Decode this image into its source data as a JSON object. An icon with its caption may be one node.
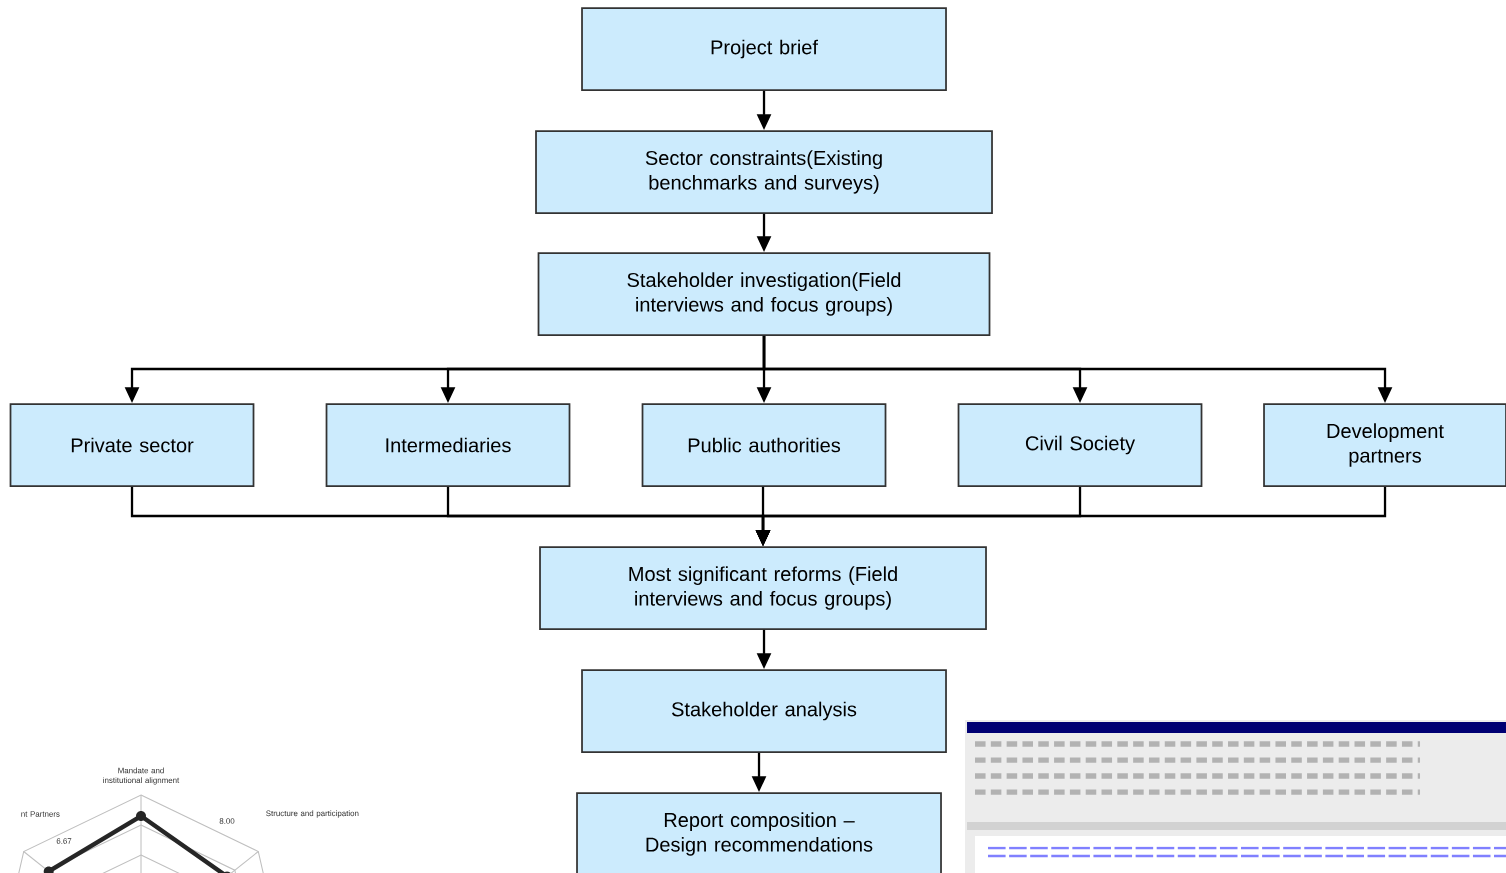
{
  "diagram": {
    "nodes": [
      {
        "text": [
          "Project brief"
        ]
      },
      {
        "text": [
          "Sector constraints(Existing benchmarks and surveys)"
        ]
      },
      {
        "text": [
          "Stakeholder investigation(Field interviews and focus groups)"
        ]
      },
      {
        "text": [
          "Private sector"
        ]
      },
      {
        "text": [
          "Intermediaries"
        ]
      },
      {
        "text": [
          "Public authorities"
        ]
      },
      {
        "text": [
          "Civil Society"
        ]
      },
      {
        "text": [
          "Development partners"
        ]
      },
      {
        "text": [
          "Most significant reforms (Field interviews and focus groups)"
        ]
      },
      {
        "text": [
          "Stakeholder analysis"
        ]
      },
      {
        "text": [
          "Report composition –Design recommendations"
        ]
      }
    ],
    "edges": [
      {
        "from": 0,
        "to": 1,
        "arrow": "to"
      },
      {
        "from": 1,
        "to": 2,
        "arrow": "to"
      },
      {
        "from": 2,
        "to": 3,
        "arrow": "to"
      },
      {
        "from": 2,
        "to": 4,
        "arrow": "to"
      },
      {
        "from": 2,
        "to": 5,
        "arrow": "to"
      },
      {
        "from": 2,
        "to": 6,
        "arrow": "to"
      },
      {
        "from": 2,
        "to": 7,
        "arrow": "to"
      },
      {
        "from": 3,
        "to": 8,
        "arrow": "to"
      },
      {
        "from": 4,
        "to": 8,
        "arrow": "to"
      },
      {
        "from": 5,
        "to": 8,
        "arrow": "to"
      },
      {
        "from": 6,
        "to": 8,
        "arrow": "to"
      },
      {
        "from": 7,
        "to": 8,
        "arrow": "to"
      },
      {
        "from": 8,
        "to": 9,
        "arrow": "to"
      },
      {
        "from": 9,
        "to": 10,
        "arrow": "to"
      }
    ],
    "labels": [
      "Mandate and institutional alignment",
      "nt Partners",
      "Structure and participation",
      "6.67",
      "8.00"
    ]
  }
}
